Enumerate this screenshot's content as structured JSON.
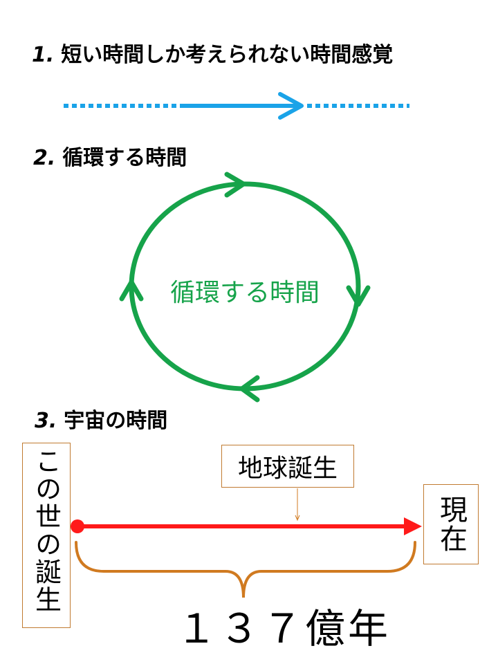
{
  "sections": [
    {
      "number": "1.",
      "title": "短い時間しか考えられない時間感覚"
    },
    {
      "number": "2.",
      "title": "循環する時間"
    },
    {
      "number": "3.",
      "title": "宇宙の時間"
    }
  ],
  "cycle": {
    "label": "循環する時間",
    "color": "#16a34a"
  },
  "timeline": {
    "start_label": "この世の誕生",
    "marker_label": "地球誕生",
    "end_label": "現在",
    "span_label": "１３７億年",
    "line_color": "#ff1a1a",
    "bracket_color": "#d07a20"
  },
  "linear_arrow": {
    "color": "#1aa3e8"
  }
}
